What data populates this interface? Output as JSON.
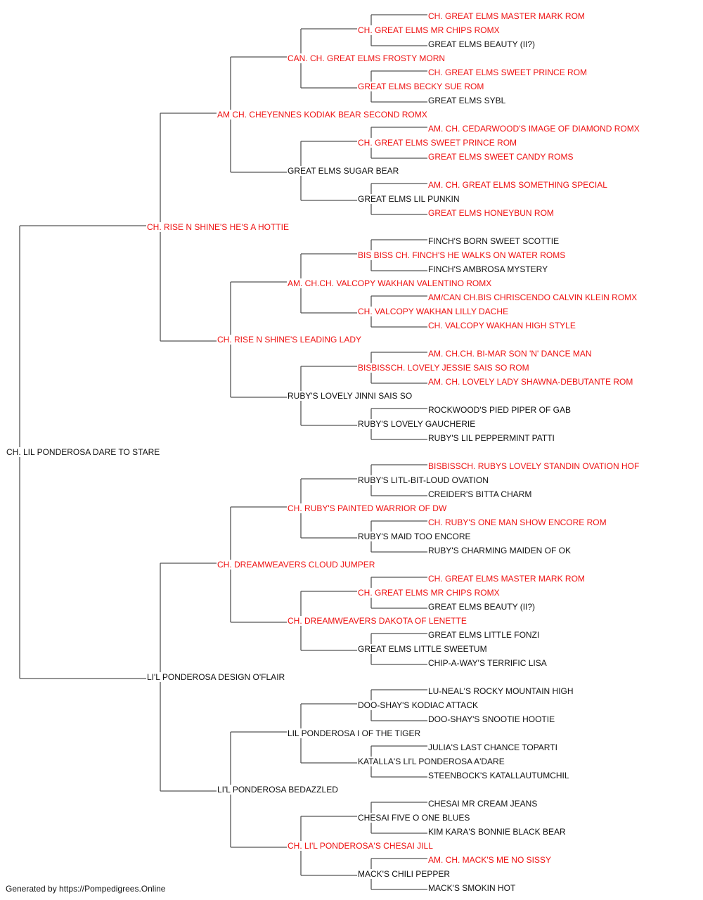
{
  "pedigree": {
    "subject": {
      "name": "CH. LIL PONDEROSA DARE TO STARE",
      "titled": false
    },
    "sire": {
      "name": "CH. RISE N SHINE'S HE'S A HOTTIE",
      "titled": true
    },
    "dam": {
      "name": "LI'L PONDEROSA DESIGN O'FLAIR",
      "titled": false
    },
    "grandparents": [
      {
        "name": "AM CH. CHEYENNES KODIAK BEAR SECOND ROMX",
        "titled": true
      },
      {
        "name": "CH. RISE N SHINE'S LEADING LADY",
        "titled": true
      },
      {
        "name": "CH. DREAMWEAVERS CLOUD JUMPER",
        "titled": true
      },
      {
        "name": "LI'L PONDEROSA BEDAZZLED",
        "titled": false
      }
    ],
    "great_grandparents": [
      {
        "name": "CAN. CH. GREAT ELMS FROSTY MORN",
        "titled": true
      },
      {
        "name": "GREAT ELMS SUGAR BEAR",
        "titled": false
      },
      {
        "name": "AM. CH.CH. VALCOPY WAKHAN VALENTINO ROMX",
        "titled": true
      },
      {
        "name": "RUBY'S LOVELY JINNI SAIS SO",
        "titled": false
      },
      {
        "name": "CH. RUBY'S PAINTED WARRIOR OF DW",
        "titled": true
      },
      {
        "name": "CH. DREAMWEAVERS DAKOTA OF LENETTE",
        "titled": true
      },
      {
        "name": "LIL PONDEROSA I OF THE TIGER",
        "titled": false
      },
      {
        "name": "CH. LI'L PONDEROSA'S CHESAI JILL",
        "titled": true
      }
    ],
    "gen4": [
      {
        "name": "CH. GREAT ELMS MR CHIPS ROMX",
        "titled": true
      },
      {
        "name": "GREAT ELMS BECKY SUE ROM",
        "titled": true
      },
      {
        "name": "CH. GREAT ELMS SWEET PRINCE ROM",
        "titled": true
      },
      {
        "name": "GREAT ELMS LIL PUNKIN",
        "titled": false
      },
      {
        "name": "BIS BISS CH. FINCH'S HE WALKS ON WATER ROMS",
        "titled": true
      },
      {
        "name": "CH. VALCOPY WAKHAN LILLY DACHE",
        "titled": true
      },
      {
        "name": "BISBISSCH. LOVELY JESSIE SAIS SO ROM",
        "titled": true
      },
      {
        "name": "RUBY'S LOVELY GAUCHERIE",
        "titled": false
      },
      {
        "name": "RUBY'S LITL-BIT-LOUD OVATION",
        "titled": false
      },
      {
        "name": "RUBY'S MAID TOO ENCORE",
        "titled": false
      },
      {
        "name": "CH. GREAT ELMS MR CHIPS ROMX",
        "titled": true
      },
      {
        "name": "GREAT ELMS LITTLE SWEETUM",
        "titled": false
      },
      {
        "name": "DOO-SHAY'S KODIAC ATTACK",
        "titled": false
      },
      {
        "name": "KATALLA'S LI'L PONDEROSA A'DARE",
        "titled": false
      },
      {
        "name": "CHESAI FIVE O ONE BLUES",
        "titled": false
      },
      {
        "name": "MACK'S CHILI PEPPER",
        "titled": false
      }
    ],
    "gen5": [
      {
        "name": "CH. GREAT ELMS MASTER MARK ROM",
        "titled": true
      },
      {
        "name": "GREAT ELMS BEAUTY (II?)",
        "titled": false
      },
      {
        "name": "CH. GREAT ELMS SWEET PRINCE ROM",
        "titled": true
      },
      {
        "name": "GREAT ELMS SYBL",
        "titled": false
      },
      {
        "name": "AM. CH. CEDARWOOD'S IMAGE OF DIAMOND ROMX",
        "titled": true
      },
      {
        "name": "GREAT ELMS SWEET CANDY ROMS",
        "titled": true
      },
      {
        "name": "AM. CH. GREAT ELMS SOMETHING SPECIAL",
        "titled": true
      },
      {
        "name": "GREAT ELMS HONEYBUN ROM",
        "titled": true
      },
      {
        "name": "FINCH'S BORN SWEET SCOTTIE",
        "titled": false
      },
      {
        "name": "FINCH'S AMBROSA MYSTERY",
        "titled": false
      },
      {
        "name": "AM/CAN CH.BIS CHRISCENDO CALVIN KLEIN ROMX",
        "titled": true
      },
      {
        "name": "CH. VALCOPY WAKHAN HIGH STYLE",
        "titled": true
      },
      {
        "name": "AM. CH.CH. BI-MAR SON 'N' DANCE MAN",
        "titled": true
      },
      {
        "name": "AM. CH. LOVELY LADY SHAWNA-DEBUTANTE ROM",
        "titled": true
      },
      {
        "name": "ROCKWOOD'S PIED PIPER OF GAB",
        "titled": false
      },
      {
        "name": "RUBY'S LIL PEPPERMINT PATTI",
        "titled": false
      },
      {
        "name": "BISBISSCH. RUBYS LOVELY STANDIN OVATION HOF",
        "titled": true
      },
      {
        "name": "CREIDER'S BITTA CHARM",
        "titled": false
      },
      {
        "name": "CH. RUBY'S ONE MAN SHOW ENCORE ROM",
        "titled": true
      },
      {
        "name": "RUBY'S CHARMING MAIDEN OF OK",
        "titled": false
      },
      {
        "name": "CH. GREAT ELMS MASTER MARK ROM",
        "titled": true
      },
      {
        "name": "GREAT ELMS BEAUTY (II?)",
        "titled": false
      },
      {
        "name": "GREAT ELMS LITTLE FONZI",
        "titled": false
      },
      {
        "name": "CHIP-A-WAY'S TERRIFIC LISA",
        "titled": false
      },
      {
        "name": "LU-NEAL'S ROCKY MOUNTAIN HIGH",
        "titled": false
      },
      {
        "name": "DOO-SHAY'S SNOOTIE HOOTIE",
        "titled": false
      },
      {
        "name": "JULIA'S LAST CHANCE TOPARTI",
        "titled": false
      },
      {
        "name": "STEENBOCK'S KATALLAUTUMCHIL",
        "titled": false
      },
      {
        "name": "CHESAI MR CREAM JEANS",
        "titled": false
      },
      {
        "name": "KIM KARA'S BONNIE BLACK BEAR",
        "titled": false
      },
      {
        "name": "AM. CH. MACK'S ME NO SISSY",
        "titled": true
      },
      {
        "name": "MACK'S SMOKIN HOT",
        "titled": false
      }
    ]
  },
  "footer": {
    "text": "Generated by https://Pompedigrees.Online"
  },
  "colors": {
    "titled": "#ee1111",
    "untitled": "#111111",
    "connector": "#555555"
  }
}
